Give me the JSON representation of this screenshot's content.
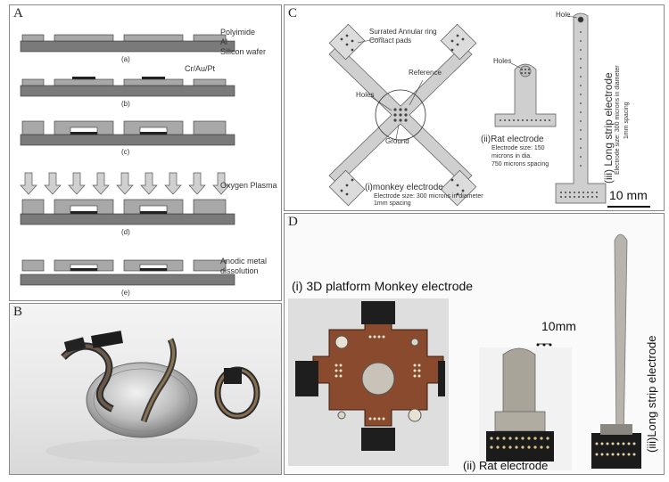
{
  "panels": {
    "a": {
      "label": "A",
      "layers": [
        "Polyimide",
        "Al",
        "Silicon wafer"
      ],
      "metal_label": "Cr/Au/Pt",
      "steps": [
        "(a)",
        "(b)",
        "(c)",
        "(d)",
        "(e)"
      ],
      "oxygen_label": "Oxygen Plasma",
      "anodic_label_1": "Anodic metal",
      "anodic_label_2": "dissolution"
    },
    "b": {
      "label": "B"
    },
    "c": {
      "label": "C",
      "ring_label_1": "Surrated Annular ring",
      "ring_label_2": "Contact pads",
      "reference": "Reference",
      "holes": "Holes",
      "ground": "Ground",
      "monkey_title": "(i)monkey electrode",
      "monkey_spec_1": "Electrode size: 300 microns in diameter",
      "monkey_spec_2": "1mm spacing",
      "rat_holes": "Holes",
      "rat_title": "(ii)Rat electrode",
      "rat_spec_1": "Electrode size: 150",
      "rat_spec_2": "microns in dia.",
      "rat_spec_3": "750 microns spacing",
      "long_hole": "Hole",
      "long_title": "(iii) Long strip electrode",
      "long_spec_1": "Electrode size: 300 microns in diameter",
      "long_spec_2": "1mm spacing",
      "scale": "10 mm"
    },
    "d": {
      "label": "D",
      "platform_title": "(i) 3D platform Monkey electrode",
      "scale": "10mm",
      "rat_title": "(ii) Rat electrode",
      "long_title": "(iii)Long strip electrode"
    }
  }
}
